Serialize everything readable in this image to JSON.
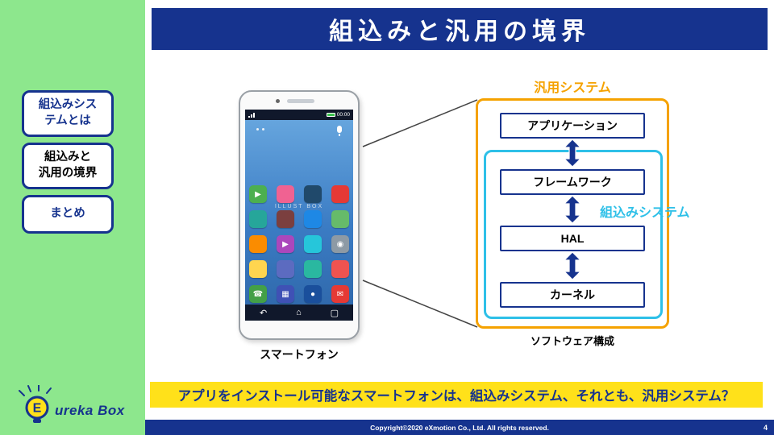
{
  "colors": {
    "navy": "#16338E",
    "orange": "#F5A200",
    "cyan": "#2EC0E8",
    "yellow": "#FFE11A",
    "sidebar_green": "#8DE78D"
  },
  "header": {
    "title": "組込みと汎用の境界"
  },
  "sidebar": {
    "items": [
      {
        "label": "組込みシス\nテムとは",
        "active": false
      },
      {
        "label": "組込みと\n汎用の境界",
        "active": true
      },
      {
        "label": "まとめ",
        "active": false
      }
    ],
    "logo": {
      "e": "E",
      "rest": "ureka Box"
    }
  },
  "phone": {
    "time": "00:00",
    "brand": "ILLUST BOX",
    "label": "スマートフォン",
    "nav": {
      "back": "↶",
      "home": "⌂",
      "recent": "▢"
    },
    "icons": [
      {
        "c": "#4CAF50",
        "g": "▶"
      },
      {
        "c": "#F06292",
        "g": ""
      },
      {
        "c": "#20496B",
        "g": ""
      },
      {
        "c": "#E53935",
        "g": ""
      },
      {
        "c": "#26A69A",
        "g": ""
      },
      {
        "c": "#7B3F3F",
        "g": ""
      },
      {
        "c": "#1E88E5",
        "g": ""
      },
      {
        "c": "#66BB6A",
        "g": ""
      },
      {
        "c": "#FB8C00",
        "g": ""
      },
      {
        "c": "#AB47BC",
        "g": "▶"
      },
      {
        "c": "#26C6DA",
        "g": ""
      },
      {
        "c": "#8D9AA5",
        "g": "◉"
      },
      {
        "c": "#FFD54F",
        "g": ""
      },
      {
        "c": "#5C6BC0",
        "g": ""
      },
      {
        "c": "#2AB8A0",
        "g": ""
      },
      {
        "c": "#EF5350",
        "g": ""
      },
      {
        "c": "#43A047",
        "g": "☎"
      },
      {
        "c": "#3F51B5",
        "g": "▦"
      },
      {
        "c": "#1A4F9C",
        "g": "●"
      },
      {
        "c": "#E53935",
        "g": "✉"
      }
    ]
  },
  "diagram": {
    "general_label": "汎用システム",
    "embedded_label": "組込みシステム",
    "layers": [
      "アプリケーション",
      "フレームワーク",
      "HAL",
      "カーネル"
    ],
    "caption": "ソフトウェア構成"
  },
  "question": {
    "text": "アプリをインストール可能なスマートフォンは、組込みシステム、それとも、汎用システム？"
  },
  "footer": {
    "copyright": "Copyright©2020 eXmotion Co., Ltd. All rights reserved.",
    "page": "4"
  }
}
